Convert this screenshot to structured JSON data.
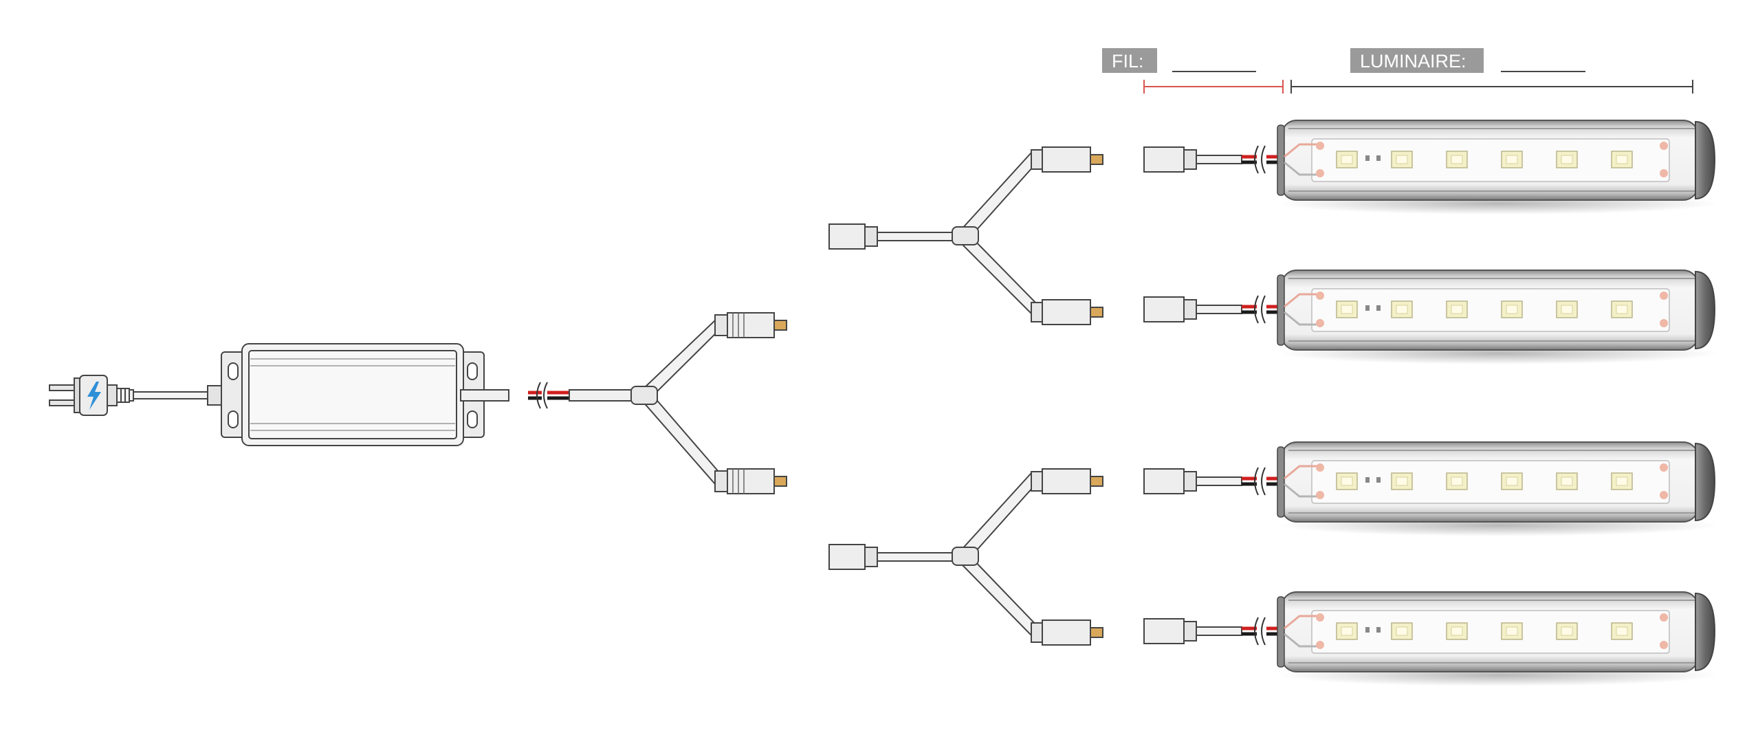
{
  "labels": {
    "wire_label": "FIL:",
    "fixture_label": "LUMINAIRE:"
  },
  "colors": {
    "label_background": "#9a9a9a",
    "wire_dimension": "#d9534f",
    "fixture_dimension": "#444444",
    "wire_red": "#d0201f",
    "wire_black": "#1a1a1a",
    "pin_gold": "#d9a85a",
    "led_chip": "#f4f0c8",
    "plug_bolt": "#2e8fd8"
  },
  "icons": [
    "lightning-bolt-icon"
  ],
  "power_supply": {
    "outputs": 1
  },
  "y_splitters": {
    "count": 3
  },
  "fixtures": {
    "count": 4,
    "leds_per_fixture": 6
  }
}
